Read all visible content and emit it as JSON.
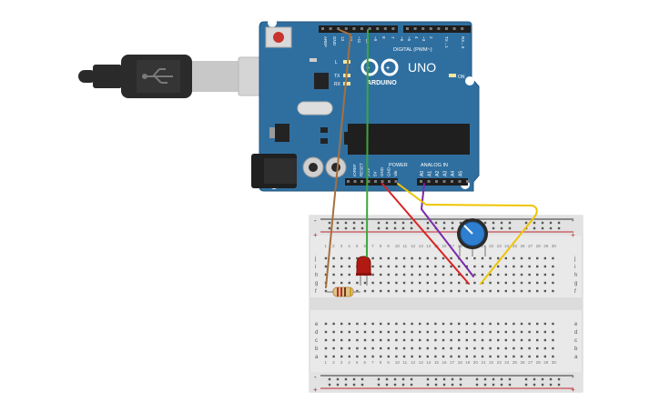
{
  "board": {
    "brand": "ARDUINO",
    "model": "UNO",
    "digital_label": "DIGITAL (PWM~)",
    "power_label": "POWER",
    "analog_label": "ANALOG IN",
    "on_label": "ON",
    "tx_label": "TX",
    "rx_label": "RX",
    "l_label": "L",
    "top_pins": [
      "AREF",
      "GND",
      "13",
      "12",
      "~11",
      "~10",
      "~9",
      "8",
      "7",
      "~6",
      "~5",
      "4",
      "~3",
      "2",
      "TX→1",
      "RX←0"
    ],
    "power_pins": [
      "IOREF",
      "RESET",
      "3.3V",
      "5V",
      "GND",
      "GND",
      "Vin"
    ],
    "analog_pins": [
      "A0",
      "A1",
      "A2",
      "A3",
      "A4",
      "A5"
    ]
  },
  "breadboard": {
    "row_letters_top": [
      "j",
      "i",
      "h",
      "g",
      "f"
    ],
    "row_letters_bottom": [
      "e",
      "d",
      "c",
      "b",
      "a"
    ],
    "column_numbers": [
      "1",
      "2",
      "3",
      "4",
      "5",
      "6",
      "7",
      "8",
      "9",
      "10",
      "11",
      "12",
      "13",
      "14",
      "15",
      "16",
      "17",
      "18",
      "19",
      "20",
      "21",
      "22",
      "23",
      "24",
      "25",
      "26",
      "27",
      "28",
      "29",
      "30"
    ],
    "plus_sign": "+",
    "minus_sign": "-"
  },
  "colors": {
    "board": "#2f6fa0",
    "breadboard": "#e9e9e9",
    "wire_brown": "#a5703f",
    "wire_green": "#3ca63c",
    "wire_red": "#d92424",
    "wire_purple": "#7a2aa8",
    "wire_yellow": "#efc400",
    "led": "#b01a12",
    "pot": "#2f7fd1"
  }
}
